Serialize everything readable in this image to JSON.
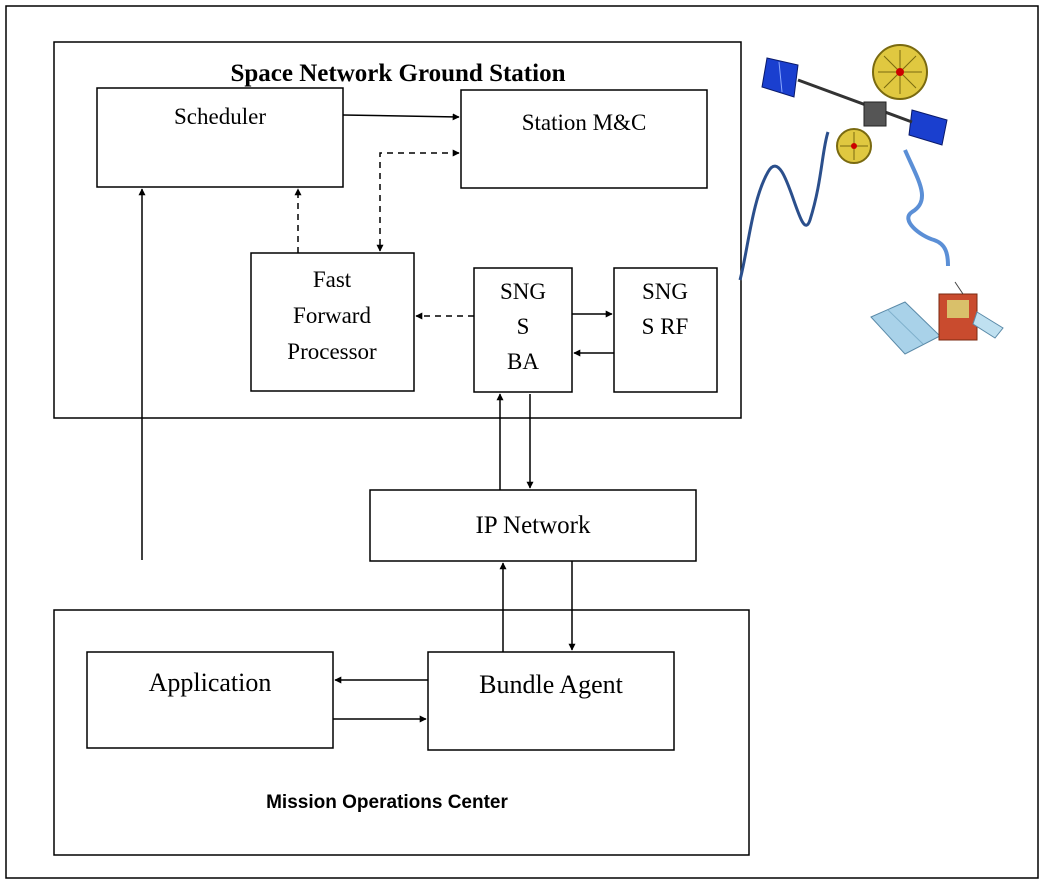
{
  "ground_station": {
    "title": "Space Network Ground Station",
    "scheduler": "Scheduler",
    "station_mc": "Station M&C",
    "ffp_line1": "Fast",
    "ffp_line2": "Forward",
    "ffp_line3": "Processor",
    "sngs_ba_line1": "SNG",
    "sngs_ba_line2": "S",
    "sngs_ba_line3": "BA",
    "sngs_rf_line1": "SNG",
    "sngs_rf_line2": "S RF"
  },
  "ip_network": "IP Network",
  "mission_ops": {
    "application": "Application",
    "bundle_agent": "Bundle Agent",
    "label": "Mission Operations Center"
  },
  "icons": [
    "satellite-icon",
    "satellite-icon"
  ],
  "colors": {
    "link_dark": "#2b4f8c",
    "link_light": "#5b8fd6"
  }
}
